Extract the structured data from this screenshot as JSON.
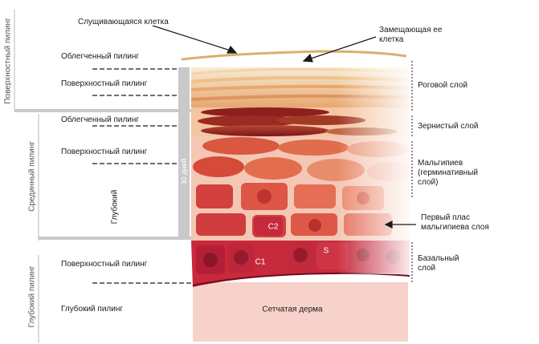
{
  "callouts": {
    "desquamating_cell": "Слущивающаяся клетка",
    "replacing_cell": "Замещающая ее клетка"
  },
  "peel_zones": {
    "superficial": "Поверхностный пилинг",
    "medium": "Срединный пилинг",
    "deep": "Глубокий пилинг"
  },
  "left_labels": {
    "light_1": "Облегченный пилинг",
    "surface_1": "Поверхностный пилинг",
    "light_2": "Облегченный пилинг",
    "surface_2": "Поверхностный пилинг",
    "deep_medium": "Глубокий",
    "surface_3": "Поверхностный пилинг",
    "deep_3": "Глубокий пилинг"
  },
  "cycle_days": "30 дней",
  "layers": {
    "corneum": "Роговой слой",
    "granular": "Зернистый слой",
    "malpighian": "Мальгипиев (герминативный слой)",
    "first_row": "Первый плас мальгипиева слоя",
    "basal": "Базальный слой"
  },
  "cell_labels": {
    "c1": "C1",
    "c2": "C2",
    "s": "S"
  },
  "dermis": "Сетчатая дерма",
  "colors": {
    "corneum_light": "#f6e3c4",
    "corneum_mid": "#e9b27a",
    "granular_dark": "#8e1f1f",
    "spinous": "#d8543f",
    "basal": "#c9283d",
    "dermis": "#f7cfc8",
    "gray_bar": "#c9c9c9"
  }
}
